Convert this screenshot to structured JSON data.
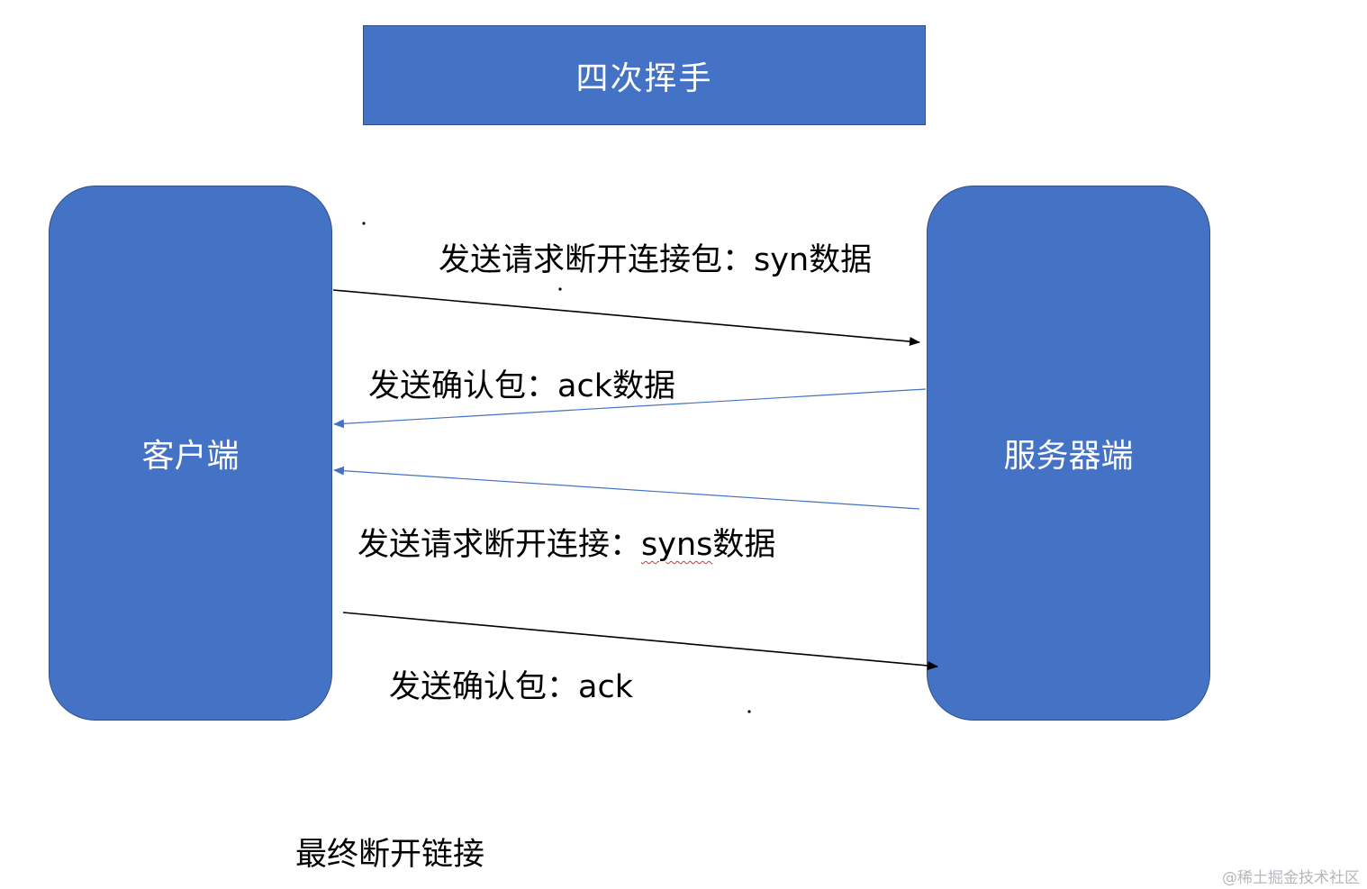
{
  "title": "四次挥手",
  "colors": {
    "node_fill": "#4472c4",
    "node_border": "#2f528f",
    "arrow_request": "#000000",
    "arrow_reply": "#4472c4"
  },
  "nodes": {
    "client": "客户端",
    "server": "服务器端"
  },
  "messages": [
    {
      "label": "发送请求断开连接包：syn数据",
      "from": "client",
      "to": "server"
    },
    {
      "label": "发送确认包：ack数据",
      "from": "server",
      "to": "client"
    },
    {
      "label_prefix": "发送请求断开连接：",
      "label_underlined": "syns",
      "label_suffix": "数据",
      "from": "server",
      "to": "client"
    },
    {
      "label": "发送确认包：ack",
      "from": "client",
      "to": "server"
    }
  ],
  "footer": "最终断开链接",
  "watermark": "@稀土掘金技术社区"
}
